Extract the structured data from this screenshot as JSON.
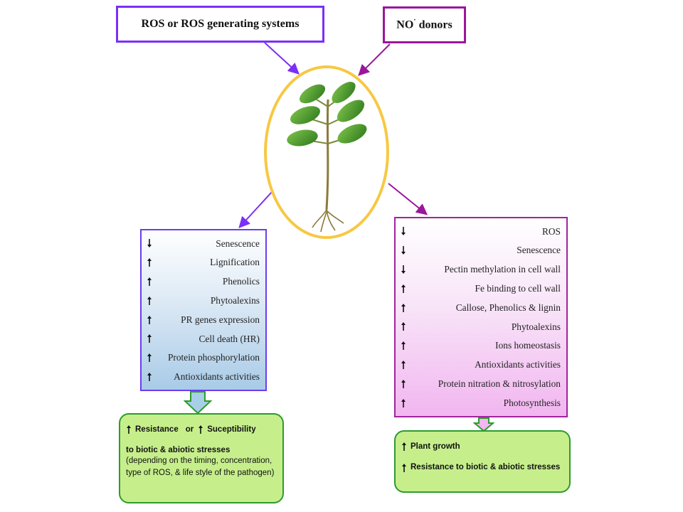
{
  "top": {
    "ros_label": "ROS or ROS generating systems",
    "no_label_main": "NO",
    "no_label_sup": "·",
    "no_label_tail": " donors"
  },
  "left_effects": [
    {
      "dir": "down",
      "label": "Senescence"
    },
    {
      "dir": "up",
      "label": "Lignification"
    },
    {
      "dir": "up",
      "label": "Phenolics"
    },
    {
      "dir": "up",
      "label": "Phytoalexins"
    },
    {
      "dir": "up",
      "label": "PR genes expression"
    },
    {
      "dir": "up",
      "label": "Cell death (HR)"
    },
    {
      "dir": "up",
      "label": "Protein phosphorylation"
    },
    {
      "dir": "up",
      "label": "Antioxidants activities"
    }
  ],
  "right_effects": [
    {
      "dir": "down",
      "label": "ROS"
    },
    {
      "dir": "down",
      "label": "Senescence"
    },
    {
      "dir": "down",
      "label": "Pectin methylation in cell wall"
    },
    {
      "dir": "up",
      "label": "Fe binding to cell wall"
    },
    {
      "dir": "up",
      "label": "Callose, Phenolics & lignin"
    },
    {
      "dir": "up",
      "label": "Phytoalexins"
    },
    {
      "dir": "up",
      "label": "Ions homeostasis"
    },
    {
      "dir": "up",
      "label": "Antioxidants activities"
    },
    {
      "dir": "up",
      "label": "Protein nitration & nitrosylation"
    },
    {
      "dir": "up",
      "label": "Photosynthesis"
    }
  ],
  "left_outcome": {
    "resistance": "Resistance",
    "or": "or",
    "susceptibility": "Suceptibility",
    "stresses": "to biotic & abiotic stresses",
    "note": "(depending on the timing, concentration, type of ROS, & life style of the pathogen)"
  },
  "right_outcome": {
    "growth": "Plant growth",
    "resistance": "Resistance to biotic & abiotic stresses"
  },
  "colors": {
    "ros_border": "#7b2ff7",
    "no_border": "#9b169b",
    "ellipse": "#f7c843",
    "left_box_border": "#6a3df0",
    "right_box_border": "#a0239e",
    "outcome_fill": "#c6ef8c",
    "outcome_border": "#2e9b2e"
  },
  "icons": {
    "plant": "plant-seedling-icon",
    "up": "up-arrow-icon",
    "down": "down-arrow-icon"
  }
}
